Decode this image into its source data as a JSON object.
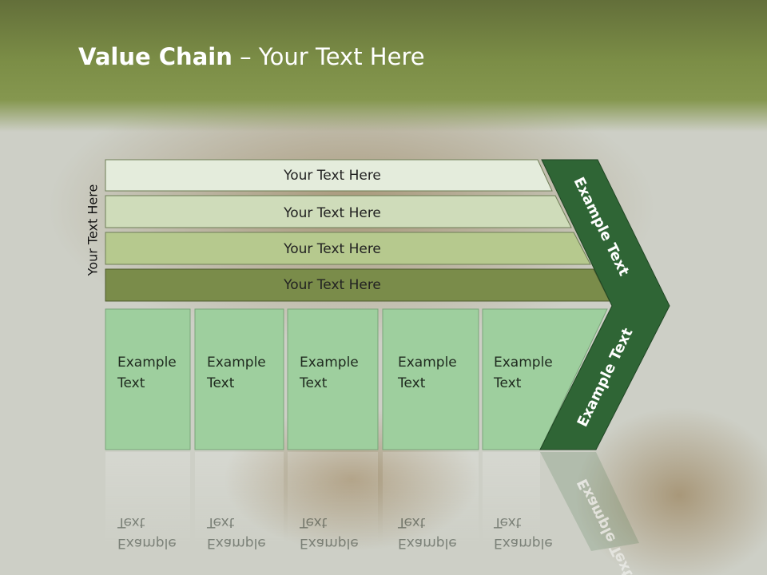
{
  "slide": {
    "title_bold": "Value Chain",
    "title_rest": " – Your Text Here",
    "side_label": "Your Text Here"
  },
  "bands": [
    {
      "label": "Your Text Here",
      "color": "#e4ecdc"
    },
    {
      "label": "Your Text Here",
      "color": "#cfdcba"
    },
    {
      "label": "Your Text Here",
      "color": "#b6c98e"
    },
    {
      "label": "Your Text Here",
      "color": "#7a8c4a"
    }
  ],
  "boxes": [
    {
      "line1": "Example",
      "line2": "Text"
    },
    {
      "line1": "Example",
      "line2": "Text"
    },
    {
      "line1": "Example",
      "line2": "Text"
    },
    {
      "line1": "Example",
      "line2": "Text"
    },
    {
      "line1": "Example",
      "line2": "Text"
    }
  ],
  "chevron": {
    "upper_label": "Example Text",
    "lower_label": "Example Text",
    "color": "#2f6535"
  },
  "colors": {
    "header_green": "#75893f",
    "box_green": "#9ecf9e"
  }
}
